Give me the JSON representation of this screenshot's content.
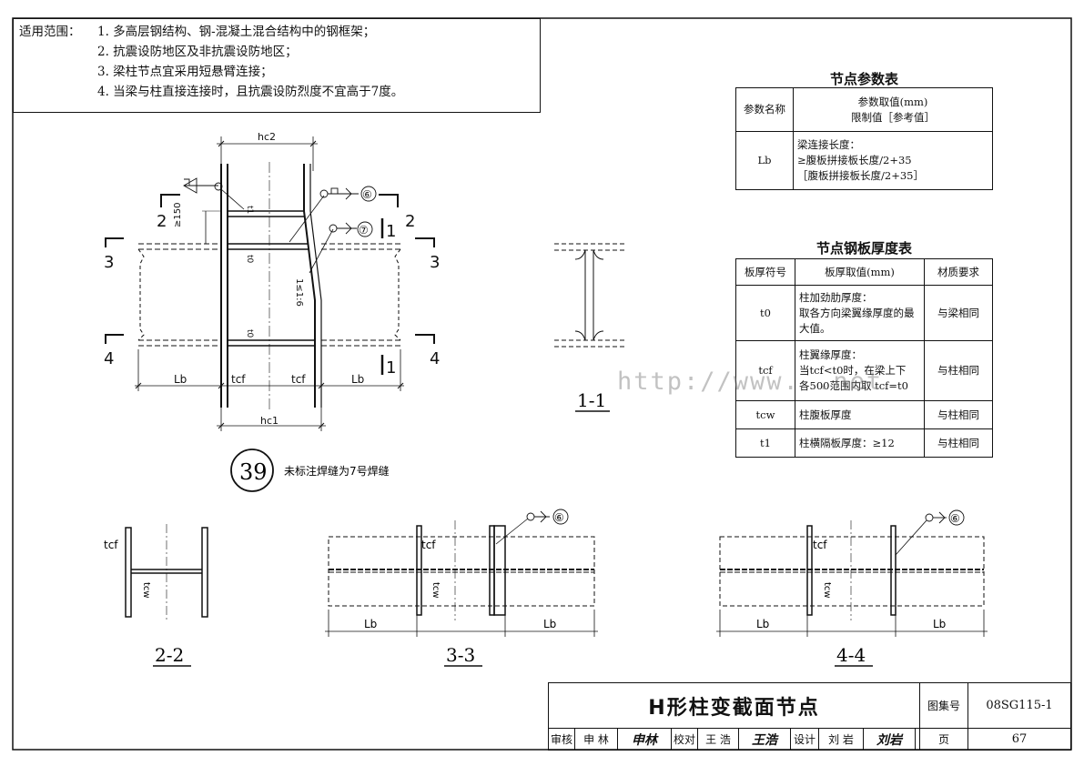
{
  "scope": {
    "header": "适用范围：",
    "items": [
      "1. 多高层钢结构、钢-混凝土混合结构中的钢框架；",
      "2. 抗震设防地区及非抗震设防地区；",
      "3. 梁柱节点宜采用短悬臂连接；",
      "4. 当梁与柱直接连接时，且抗震设防烈度不宜高于7度。"
    ]
  },
  "param_table": {
    "title": "节点参数表",
    "head_name": "参数名称",
    "head_value_1": "参数取值(mm)",
    "head_value_2": "限制值［参考值］",
    "row_name": "Lb",
    "row_value_1": "梁连接长度：",
    "row_value_2": "≥腹板拼接板长度/2+35",
    "row_value_3": "［腹板拼接板长度/2+35］"
  },
  "plate_table": {
    "title": "节点钢板厚度表",
    "head_sym": "板厚符号",
    "head_val": "板厚取值(mm)",
    "head_mat": "材质要求",
    "rows": [
      {
        "sym": "t0",
        "v1": "柱加劲肋厚度：",
        "v2": "取各方向梁翼缘厚度的最",
        "v3": "大值。",
        "mat": "与梁相同"
      },
      {
        "sym": "tcf",
        "v1": "柱翼缘厚度：",
        "v2": "当tcf<t0时，在梁上下",
        "v3": "各500范围内取 tcf=t0",
        "mat": "与柱相同"
      },
      {
        "sym": "tcw",
        "v1": "柱腹板厚度",
        "v2": "",
        "v3": "",
        "mat": "与柱相同"
      },
      {
        "sym": "t1",
        "v1": "柱横隔板厚度：≥12",
        "v2": "",
        "v3": "",
        "mat": "与柱相同"
      }
    ]
  },
  "main_drawing": {
    "hc2": "hc2",
    "hc1": "hc1",
    "lb_left": "Lb",
    "lb_right": "Lb",
    "tcf_left": "tcf",
    "tcf_right": "tcf",
    "t1": "t1",
    "t0_top": "t0",
    "t0_bottom": "t0",
    "dim_150": "≥150",
    "slope": "1≤1:6",
    "weld_6": "⑥",
    "weld_7": "⑦",
    "cut_1": "1",
    "cut_2": "2",
    "cut_3": "3",
    "cut_4": "4"
  },
  "detail_no": "39",
  "detail_note": "未标注焊缝为7号焊缝",
  "sec_1_1": {
    "label": "1-1"
  },
  "sec_2_2": {
    "label": "2-2",
    "tcf": "tcf",
    "tcw": "tcw"
  },
  "sec_3_3": {
    "label": "3-3",
    "tcf": "tcf",
    "tcw": "tcw",
    "lb_left": "Lb",
    "lb_right": "Lb",
    "weld": "⑥"
  },
  "sec_4_4": {
    "label": "4-4",
    "tcf": "tcf",
    "tcw": "tcw",
    "lb_left": "Lb",
    "lb_right": "Lb",
    "weld": "⑥"
  },
  "title_block": {
    "title": "H形柱变截面节点",
    "atlas_label": "图集号",
    "atlas_no": "08SG115-1",
    "page_label": "页",
    "page_no": "67",
    "review_label": "审核",
    "review_name": "申 林",
    "review_sig": "申林",
    "check_label": "校对",
    "check_name": "王 浩",
    "check_sig": "王浩",
    "design_label": "设计",
    "design_name": "刘 岩",
    "design_sig": "刘岩"
  },
  "watermark": "http://www.  .net"
}
